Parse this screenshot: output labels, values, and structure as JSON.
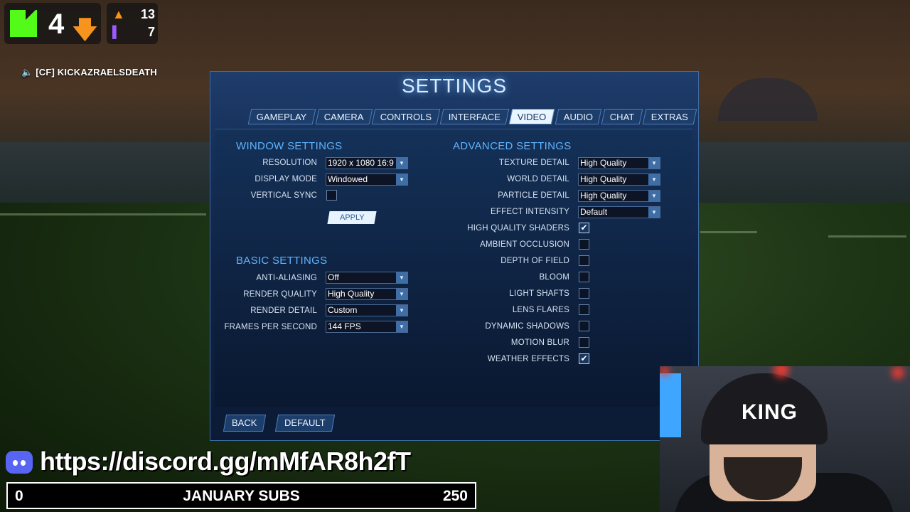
{
  "hud": {
    "follow_count": "4",
    "subs_count": "13",
    "viewers_count": "7"
  },
  "player_tag": "🔈 [CF] KICKAZRAELSDEATH",
  "settings": {
    "title": "SETTINGS",
    "tabs": [
      {
        "label": "GAMEPLAY",
        "active": false
      },
      {
        "label": "CAMERA",
        "active": false
      },
      {
        "label": "CONTROLS",
        "active": false
      },
      {
        "label": "INTERFACE",
        "active": false
      },
      {
        "label": "VIDEO",
        "active": true
      },
      {
        "label": "AUDIO",
        "active": false
      },
      {
        "label": "CHAT",
        "active": false
      },
      {
        "label": "EXTRAS",
        "active": false
      }
    ],
    "window_settings": {
      "title": "WINDOW SETTINGS",
      "resolution": {
        "label": "RESOLUTION",
        "value": "1920 x 1080 16:9"
      },
      "display_mode": {
        "label": "DISPLAY MODE",
        "value": "Windowed"
      },
      "vertical_sync": {
        "label": "VERTICAL SYNC",
        "checked": false
      },
      "apply_label": "APPLY"
    },
    "basic_settings": {
      "title": "BASIC SETTINGS",
      "anti_aliasing": {
        "label": "ANTI-ALIASING",
        "value": "Off"
      },
      "render_quality": {
        "label": "RENDER QUALITY",
        "value": "High Quality"
      },
      "render_detail": {
        "label": "RENDER DETAIL",
        "value": "Custom"
      },
      "fps": {
        "label": "FRAMES PER SECOND",
        "value": "144  FPS"
      }
    },
    "advanced_settings": {
      "title": "ADVANCED SETTINGS",
      "texture_detail": {
        "label": "TEXTURE DETAIL",
        "value": "High Quality"
      },
      "world_detail": {
        "label": "WORLD DETAIL",
        "value": "High Quality"
      },
      "particle_detail": {
        "label": "PARTICLE DETAIL",
        "value": "High Quality"
      },
      "effect_intensity": {
        "label": "EFFECT INTENSITY",
        "value": "Default"
      },
      "checkboxes": [
        {
          "label": "HIGH QUALITY SHADERS",
          "checked": true
        },
        {
          "label": "AMBIENT OCCLUSION",
          "checked": false
        },
        {
          "label": "DEPTH OF FIELD",
          "checked": false
        },
        {
          "label": "BLOOM",
          "checked": false
        },
        {
          "label": "LIGHT SHAFTS",
          "checked": false
        },
        {
          "label": "LENS FLARES",
          "checked": false
        },
        {
          "label": "DYNAMIC SHADOWS",
          "checked": false
        },
        {
          "label": "MOTION BLUR",
          "checked": false
        },
        {
          "label": "WEATHER EFFECTS",
          "checked": true
        }
      ]
    },
    "footer": {
      "back_label": "BACK",
      "default_label": "DEFAULT"
    }
  },
  "overlay": {
    "discord_link": "https://discord.gg/mMfAR8h2fT",
    "subs_goal": {
      "current": "0",
      "title": "JANUARY SUBS",
      "goal": "250",
      "progress_fraction": 0.0
    },
    "webcam_beanie_text": "KING"
  },
  "colors": {
    "accent": "#5fb4ff",
    "kick_green": "#53fc18",
    "discord": "#5865f2"
  }
}
